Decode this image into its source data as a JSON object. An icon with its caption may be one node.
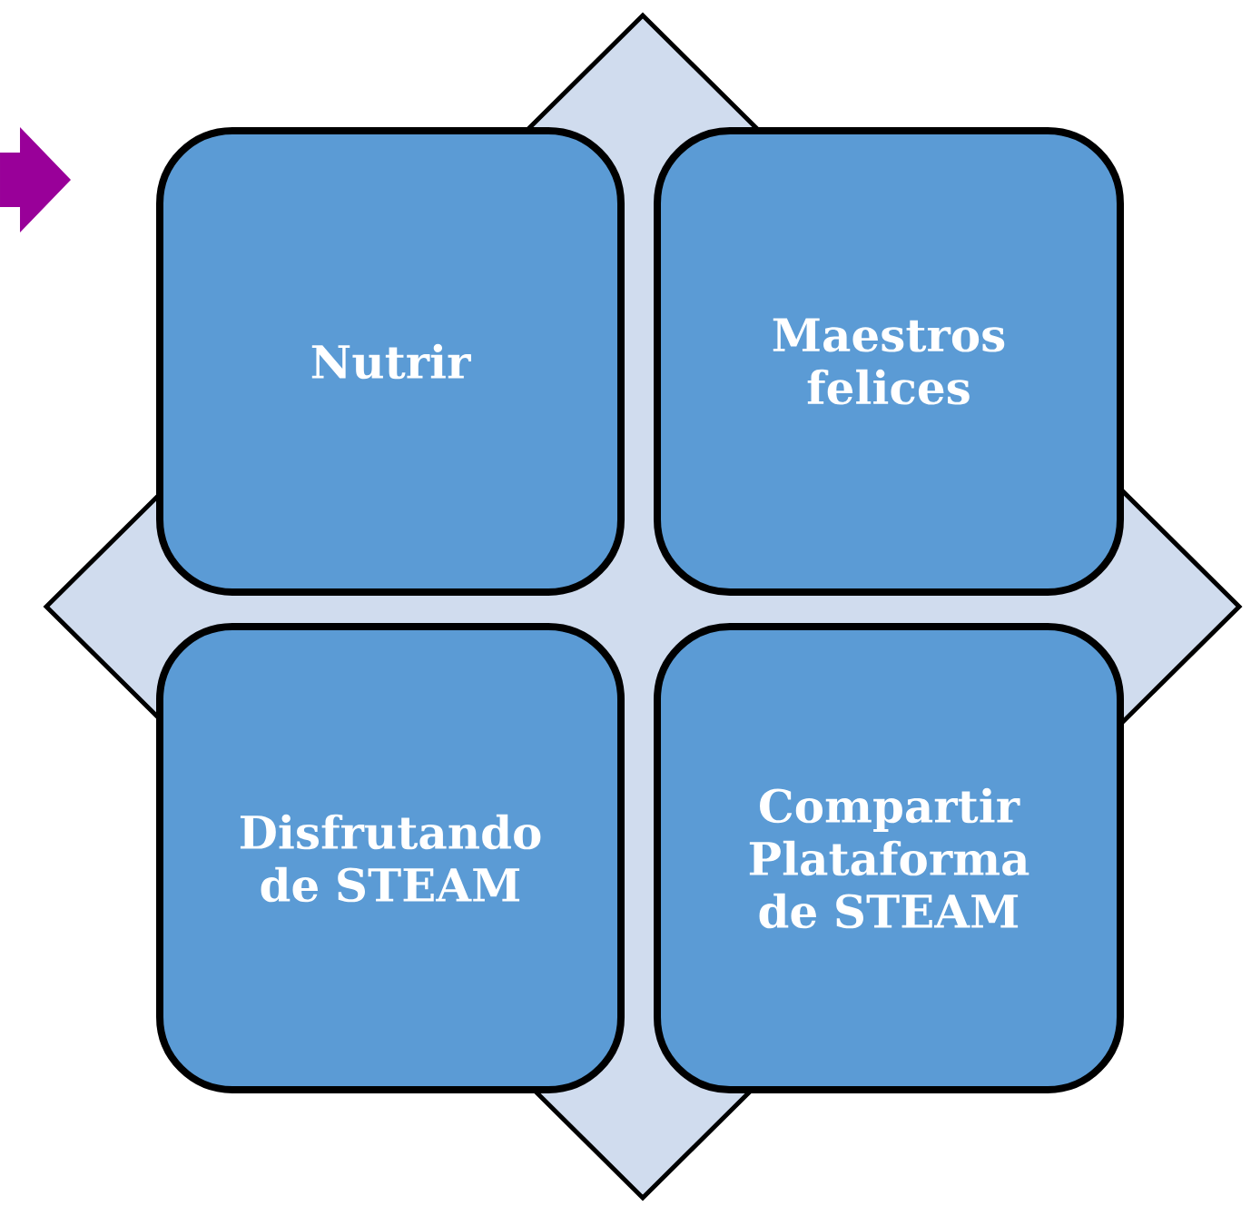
{
  "diagram": {
    "nodes": [
      {
        "text": [],
        "shape": "diamond"
      },
      {
        "text": [
          "Nutrir"
        ],
        "in": 0
      },
      {
        "text": [
          "Maestros felices"
        ],
        "in": 0
      },
      {
        "text": [
          "Disfrutando de STEAM"
        ],
        "in": 0
      },
      {
        "text": [
          "Compartir Plataforma de STEAM"
        ],
        "in": 0
      }
    ]
  }
}
